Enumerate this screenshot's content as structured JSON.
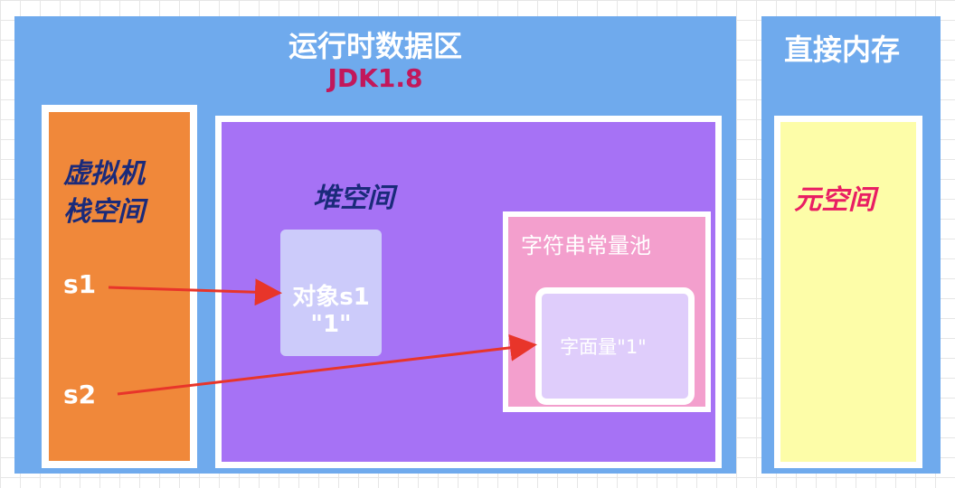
{
  "runtime": {
    "title": "运行时数据区",
    "jdk_version": "JDK1.8"
  },
  "vm_stack": {
    "label_line1": "虚拟机",
    "label_line2": "栈空间",
    "vars": [
      "s1",
      "s2"
    ]
  },
  "heap": {
    "label": "堆空间",
    "object": {
      "name": "对象s1",
      "value": "\"1\""
    },
    "string_pool": {
      "label": "字符串常量池",
      "literal": "字面量\"1\""
    }
  },
  "direct_memory": {
    "title": "直接内存",
    "metaspace_label": "元空间"
  },
  "colors": {
    "area_blue": "#6faaed",
    "stack_orange": "#f0883a",
    "heap_purple": "#a672f5",
    "pool_pink": "#f39fcd",
    "metaspace_yellow": "#fdfda8",
    "arrow_red": "#e8352a",
    "jdk_magenta": "#c2185b"
  }
}
